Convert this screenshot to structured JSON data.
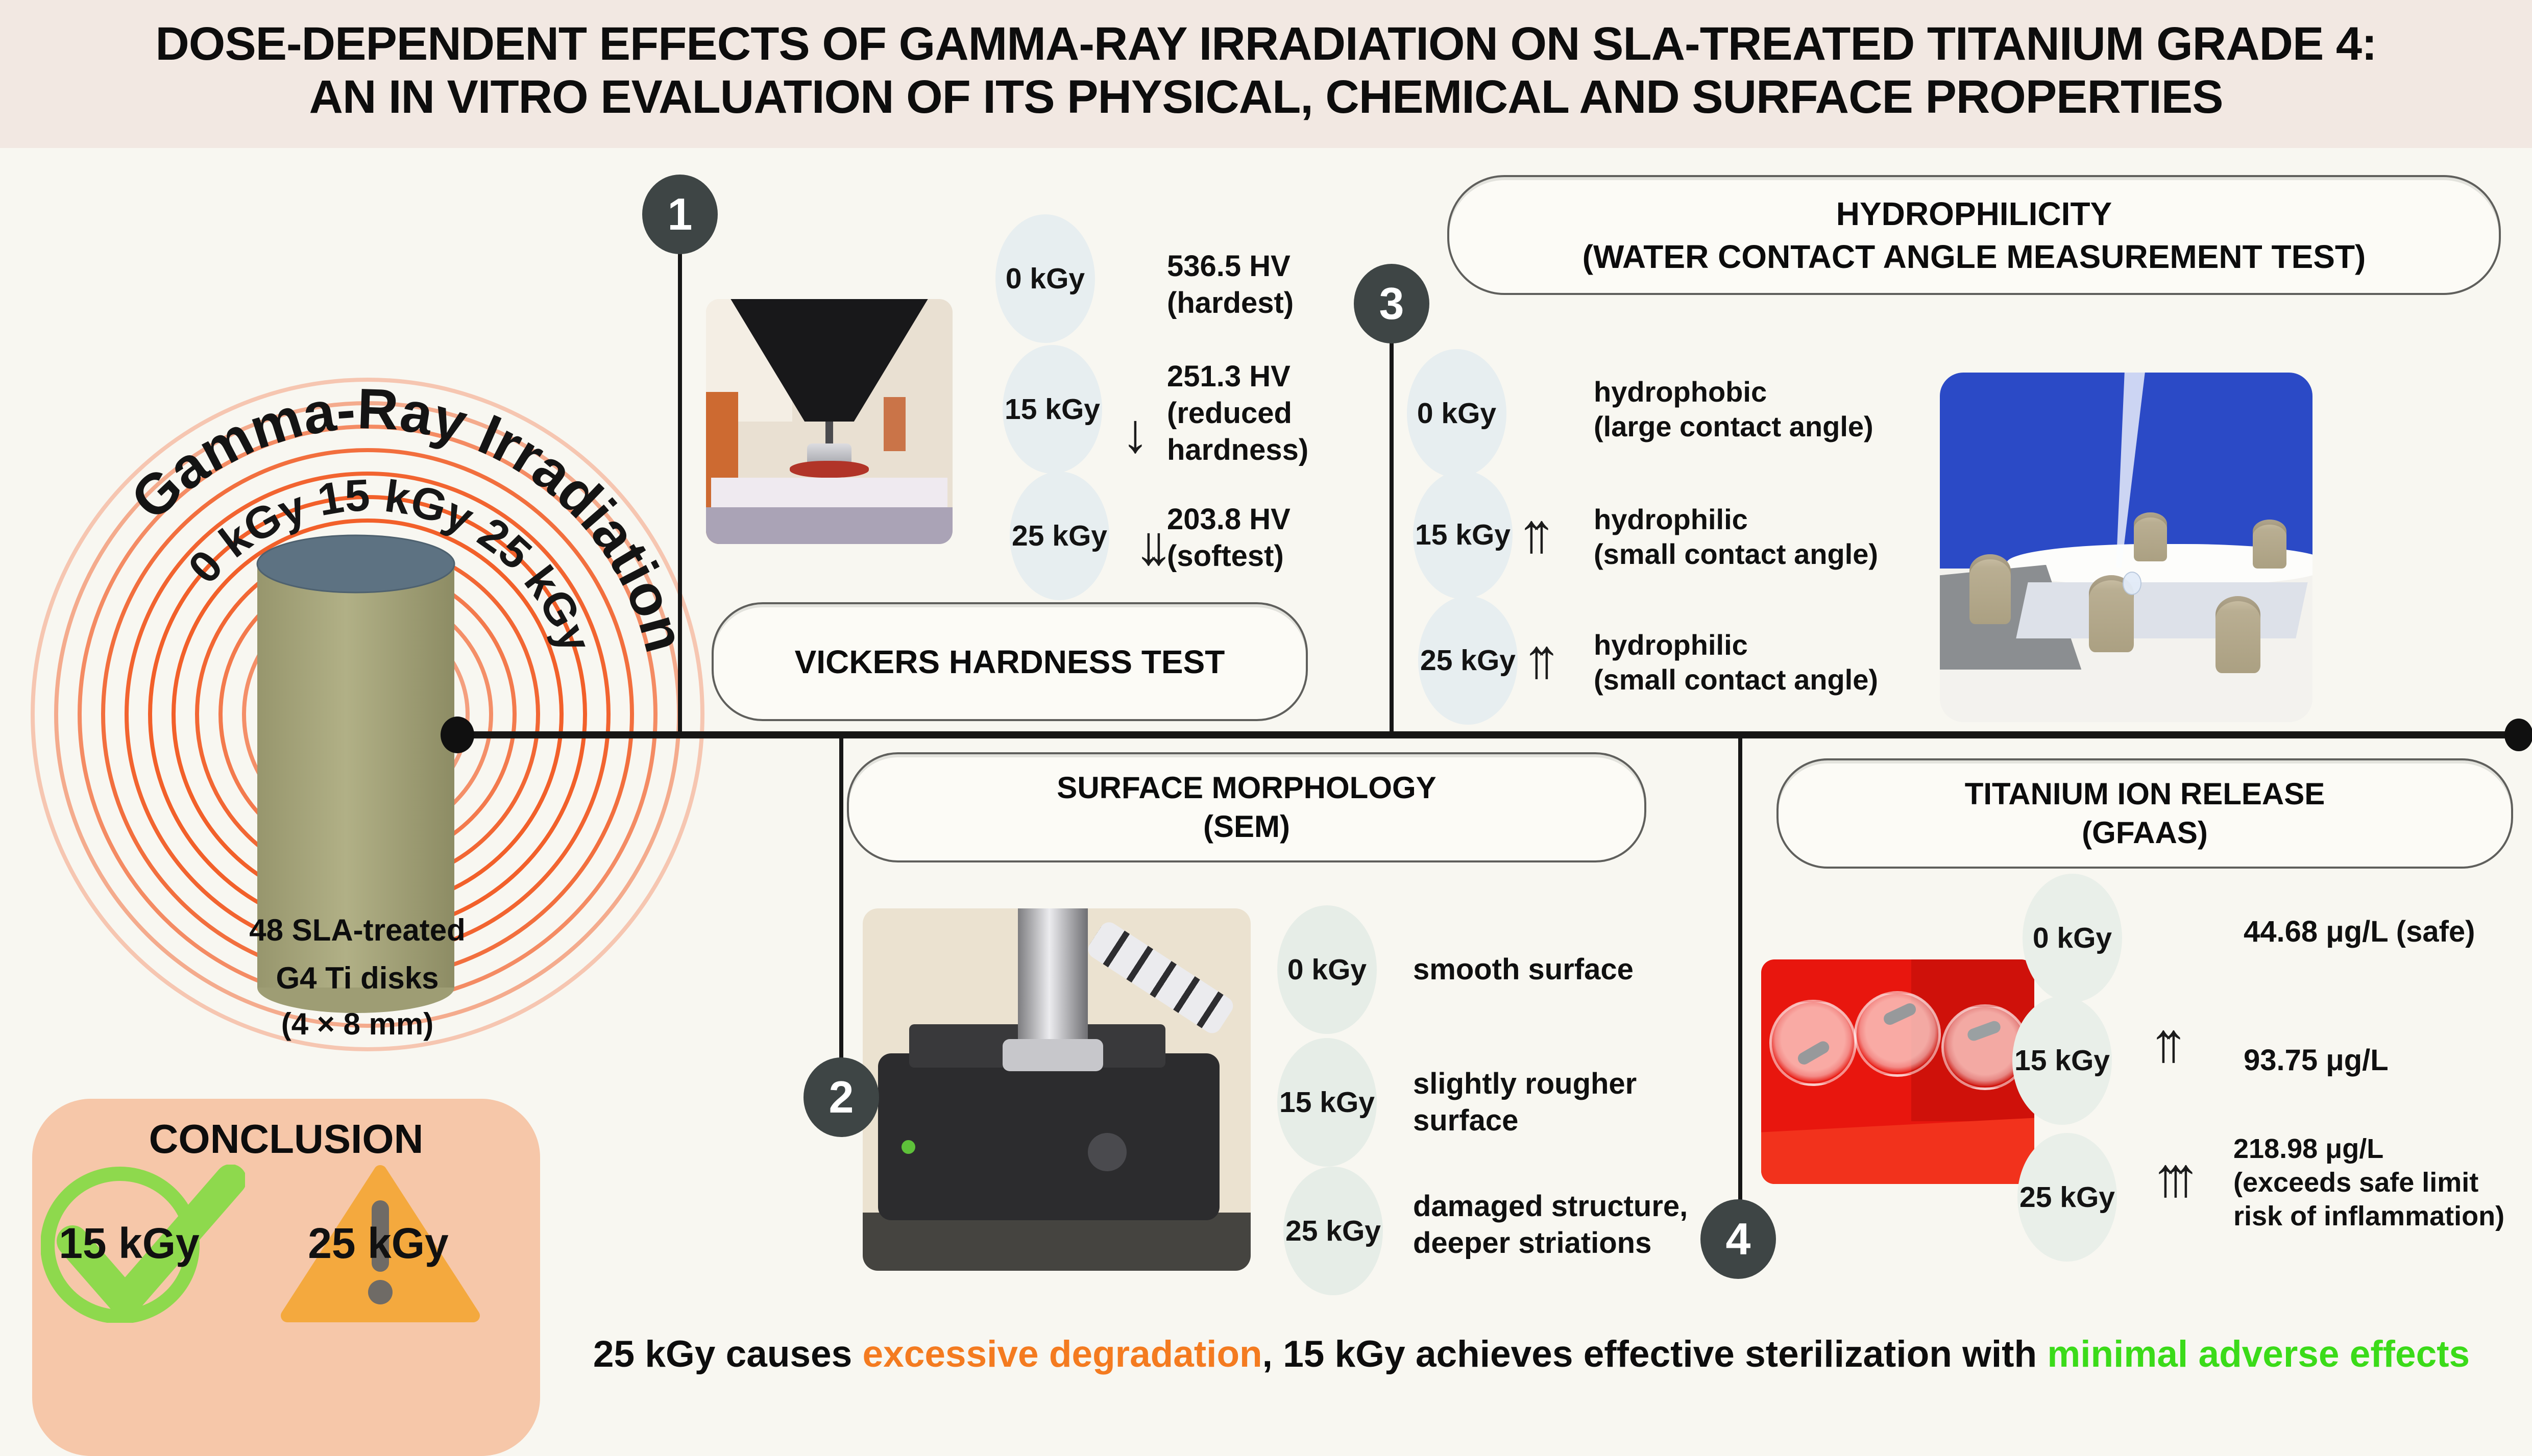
{
  "title": {
    "line1": "DOSE-DEPENDENT EFFECTS OF GAMMA-RAY IRRADIATION ON SLA-TREATED TITANIUM GRADE 4:",
    "line2": "AN IN VITRO EVALUATION OF ITS PHYSICAL, CHEMICAL AND SURFACE PROPERTIES"
  },
  "irradiation": {
    "curved_label": "Gamma-Ray Irradiation",
    "dose_arc": "0 kGy  15 kGy  25 kGy",
    "caption_line1": "48 SLA-treated",
    "caption_line2": "G4 Ti disks",
    "caption_line3": "(4 × 8 mm)"
  },
  "sections": {
    "vickers": {
      "number": "1",
      "title": "VICKERS HARDNESS TEST",
      "rows": [
        {
          "dose": "0 kGy",
          "arrows": "",
          "lines": [
            "536.5 HV",
            "(hardest)"
          ]
        },
        {
          "dose": "15 kGy",
          "arrows": "↓",
          "lines": [
            "251.3 HV",
            "(reduced",
            "hardness)"
          ]
        },
        {
          "dose": "25 kGy",
          "arrows": "↓↓",
          "lines": [
            "203.8 HV",
            "(softest)"
          ]
        }
      ]
    },
    "sem": {
      "number": "2",
      "title_line1": "SURFACE MORPHOLOGY",
      "title_line2": "(SEM)",
      "rows": [
        {
          "dose": "0 kGy",
          "arrows": "",
          "lines": [
            "smooth surface"
          ]
        },
        {
          "dose": "15 kGy",
          "arrows": "",
          "lines": [
            "slightly rougher",
            "surface"
          ]
        },
        {
          "dose": "25 kGy",
          "arrows": "",
          "lines": [
            "damaged structure,",
            "deeper striations"
          ]
        }
      ]
    },
    "hydro": {
      "number": "3",
      "title_line1": "HYDROPHILICITY",
      "title_line2": "(WATER CONTACT ANGLE MEASUREMENT TEST)",
      "rows": [
        {
          "dose": "0 kGy",
          "arrows": "",
          "lines": [
            "hydrophobic",
            "(large contact angle)"
          ]
        },
        {
          "dose": "15 kGy",
          "arrows": "↑↑",
          "lines": [
            "hydrophilic",
            "(small contact angle)"
          ]
        },
        {
          "dose": "25 kGy",
          "arrows": "↑↑",
          "lines": [
            "hydrophilic",
            "(small contact angle)"
          ]
        }
      ]
    },
    "gfaas": {
      "number": "4",
      "title_line1": "TITANIUM ION RELEASE",
      "title_line2": "(GFAAS)",
      "rows": [
        {
          "dose": "0 kGy",
          "arrows": "",
          "lines": [
            "44.68 μg/L (safe)"
          ]
        },
        {
          "dose": "15 kGy",
          "arrows": "↑↑",
          "lines": [
            "93.75 μg/L"
          ]
        },
        {
          "dose": "25 kGy",
          "arrows": "↑↑↑",
          "lines": [
            "218.98 μg/L",
            "(exceeds safe limit",
            "risk of inflammation)"
          ]
        }
      ]
    }
  },
  "conclusion": {
    "title": "CONCLUSION",
    "safe_dose": "15 kGy",
    "warning_dose": "25 kGy"
  },
  "bottom_note": {
    "text_start": "25 kGy causes ",
    "highlight_orange": "excessive degradation",
    "text_middle": ", 15 kGy achieves effective sterilization with ",
    "highlight_green": "minimal adverse effects"
  },
  "colors": {
    "ring_orange": "#f1571f",
    "note_orange": "#f47b20",
    "note_green": "#3bdb19",
    "conclusion_bg": "#f6c7a9",
    "check_green": "#8ed94d",
    "warning_yellow": "#f4a93e",
    "title_band": "#f2e8e2",
    "cylinder_body": "#a7a67e",
    "cylinder_top": "#5d7282"
  }
}
